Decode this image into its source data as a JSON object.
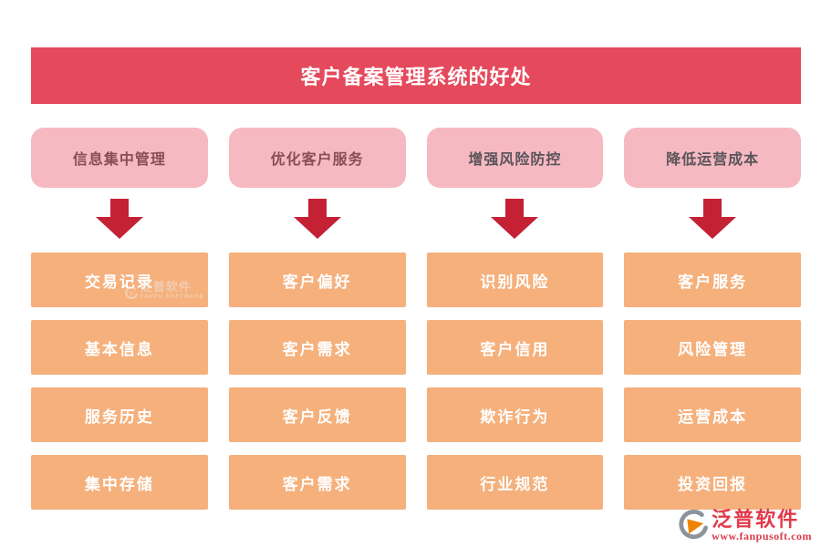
{
  "title": {
    "text": "客户备案管理系统的好处"
  },
  "colors": {
    "banner_bg": "#e5495c",
    "banner_text": "#ffffff",
    "header_pill_bg": "#f6b9c2",
    "header_text_warm": "#8a4d52",
    "header_text_cool": "#595459",
    "arrow": "#c42134",
    "box_bg": "#f5b07c",
    "box_text": "#ffffff",
    "logo_red": "#e23848",
    "logo_triangle_orange": "#ef8200",
    "logo_swoosh_gray": "#8d939b"
  },
  "columns": [
    {
      "header": "信息集中管理",
      "header_text_color": "#8a4d52",
      "items": [
        "交易记录",
        "基本信息",
        "服务历史",
        "集中存储"
      ]
    },
    {
      "header": "优化客户服务",
      "header_text_color": "#8a4d52",
      "items": [
        "客户偏好",
        "客户需求",
        "客户反馈",
        "客户需求"
      ]
    },
    {
      "header": "增强风险防控",
      "header_text_color": "#595459",
      "items": [
        "识别风险",
        "客户信用",
        "欺诈行为",
        "行业规范"
      ]
    },
    {
      "header": "降低运营成本",
      "header_text_color": "#595459",
      "items": [
        "客户服务",
        "风险管理",
        "运营成本",
        "投资回报"
      ]
    }
  ],
  "watermark": {
    "brand": "泛普软件",
    "brand_sub": "FANPU SOFTWARE"
  },
  "footer_logo": {
    "brand": "泛普软件",
    "website": "www.fanpusoft.com"
  }
}
